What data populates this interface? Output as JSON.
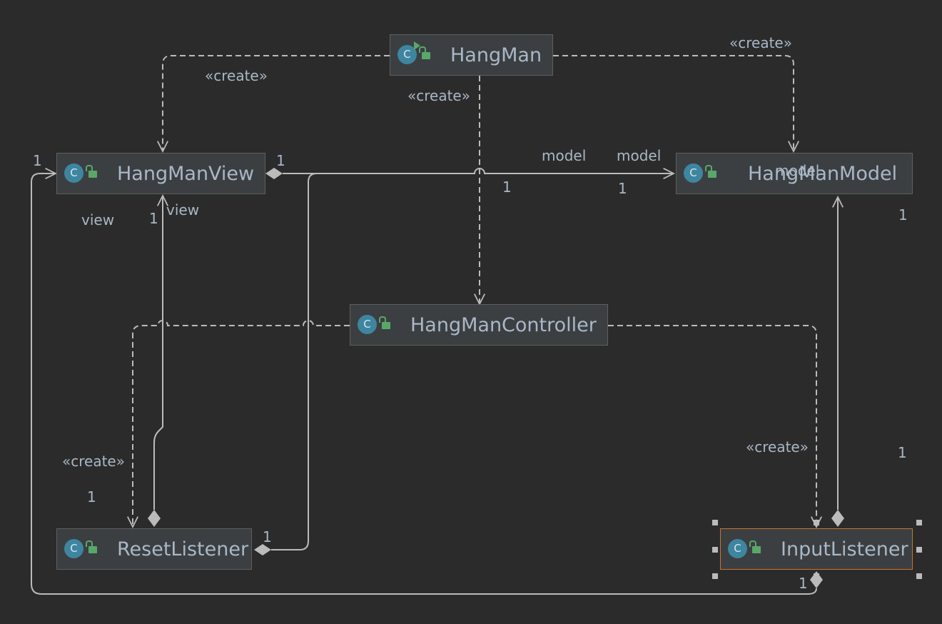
{
  "diagram": {
    "classes": {
      "hangman": "HangMan",
      "view": "HangManView",
      "model": "HangManModel",
      "controller": "HangManController",
      "reset": "ResetListener",
      "input": "InputListener"
    },
    "class_icon_letter": "C",
    "labels": {
      "create": "«create»",
      "model": "model",
      "view": "view",
      "one": "1"
    },
    "colors": {
      "background": "#2b2b2b",
      "node_fill": "#3c3f41",
      "node_border": "#5e6060",
      "selected_border": "#c97532",
      "text": "#a9b7c6",
      "edge": "#bbbbbb",
      "class_icon": "#3e86a0",
      "visibility_icon": "#59a869"
    }
  }
}
